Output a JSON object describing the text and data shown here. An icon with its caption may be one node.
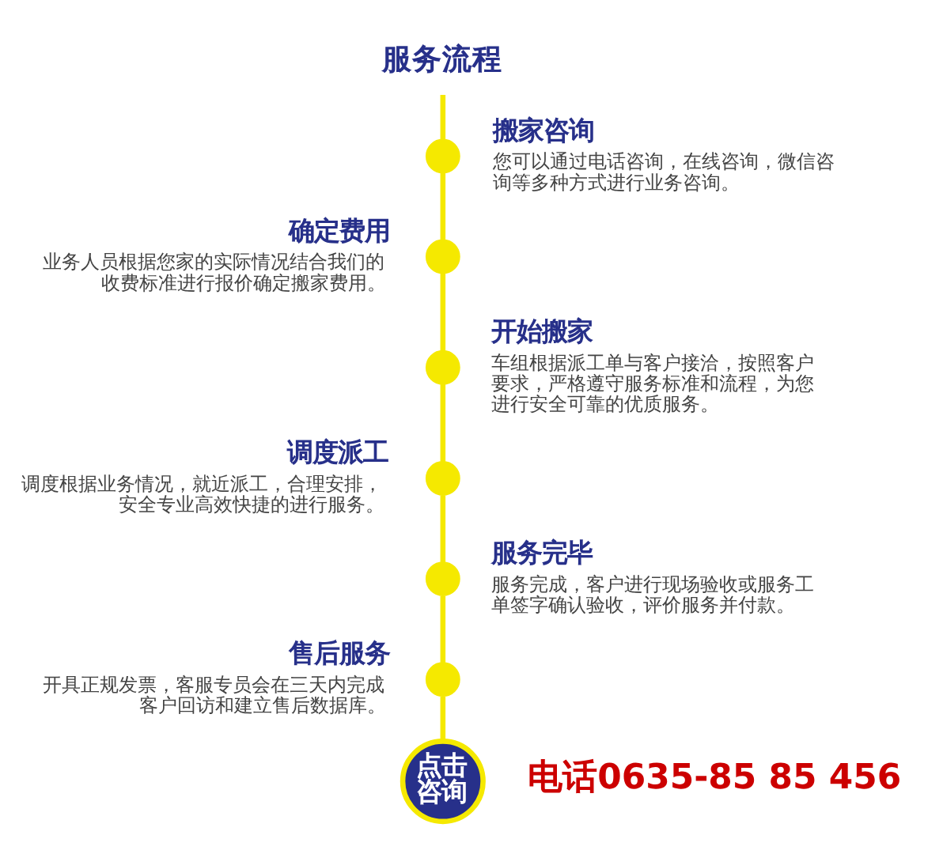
{
  "diagram": {
    "nodes": [
      {
        "text": [
          "服务流程"
        ]
      },
      {
        "text": [],
        "shape": "circle",
        "beside": [
          "搬家咨询",
          "您可以通过电话咨询，在线咨询，微信咨询等多种方式进行业务咨询。"
        ]
      },
      {
        "text": [],
        "shape": "circle",
        "beside": [
          "确定费用",
          "业务人员根据您家的实际情况结合我们的收费标准进行报价确定搬家费用。"
        ]
      },
      {
        "text": [],
        "shape": "circle",
        "beside": [
          "开始搬家",
          "车组根据派工单与客户接洽，按照客户要求，严格遵守服务标准和流程，为您进行安全可靠的优质服务。"
        ]
      },
      {
        "text": [],
        "shape": "circle",
        "beside": [
          "调度派工",
          "调度根据业务情况，就近派工，合理安排，安全专业高效快捷的进行服务。"
        ]
      },
      {
        "text": [],
        "shape": "circle",
        "beside": [
          "服务完毕",
          "服务完成，客户进行现场验收或服务工单签字确认验收，评价服务并付款。"
        ]
      },
      {
        "text": [],
        "shape": "circle",
        "beside": [
          "售后服务",
          "开具正规发票，客服专员会在三天内完成客户回访和建立售后数据库。"
        ]
      },
      {
        "text": [
          "点击咨询"
        ]
      }
    ],
    "edges": [
      {
        "from": 0,
        "to": 1,
        "arrow": "none"
      },
      {
        "from": 1,
        "to": 2,
        "arrow": "none"
      },
      {
        "from": 2,
        "to": 3,
        "arrow": "none"
      },
      {
        "from": 3,
        "to": 4,
        "arrow": "none"
      },
      {
        "from": 4,
        "to": 5,
        "arrow": "none"
      },
      {
        "from": 5,
        "to": 6,
        "arrow": "none"
      },
      {
        "from": 6,
        "to": 7,
        "arrow": "none"
      }
    ],
    "labels": [
      "电话0635-85 85 456"
    ]
  }
}
